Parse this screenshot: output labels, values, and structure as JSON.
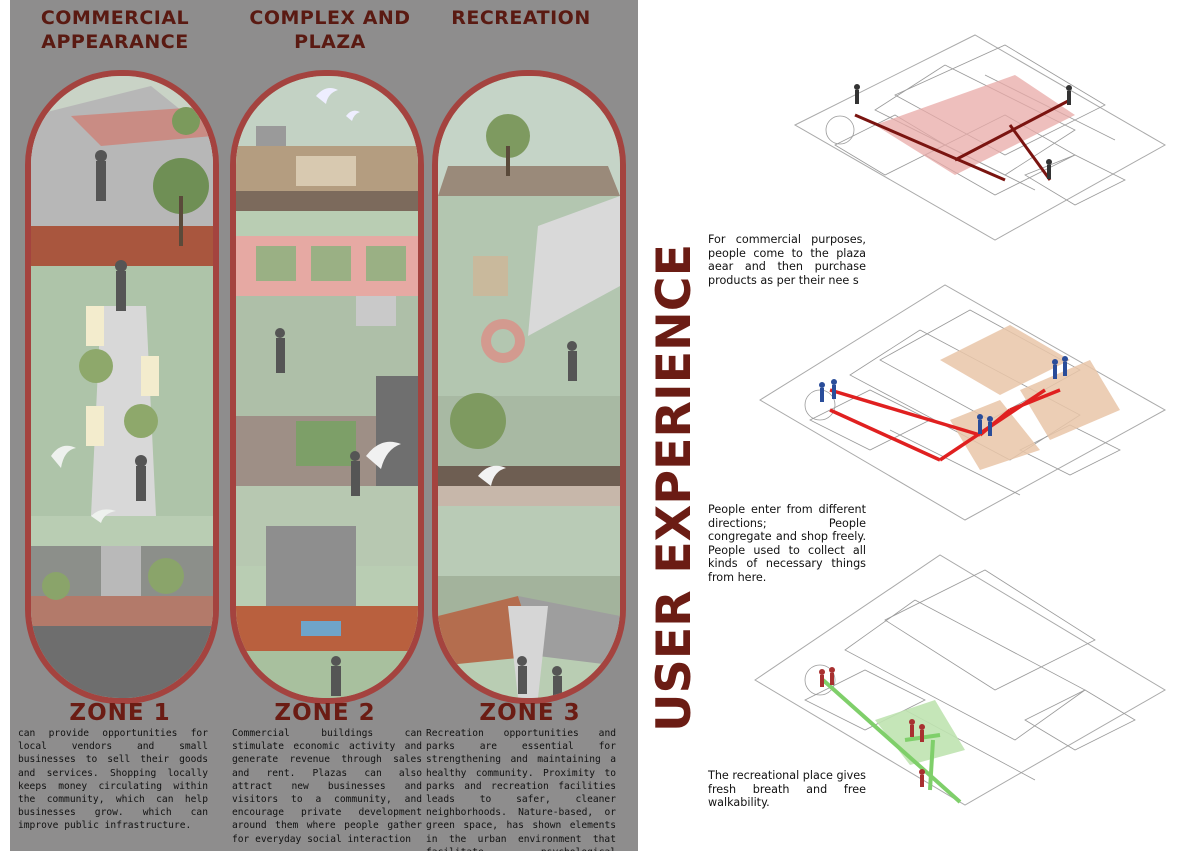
{
  "columns": [
    {
      "title_line1": "COMMERCIAL",
      "title_line2": "APPEARANCE",
      "zone": "ZONE 1",
      "text": "can provide opportunities for local vendors and small businesses to sell their goods and services. Shopping locally keeps money circulating within the community, which can help businesses grow. which can improve public infrastructure."
    },
    {
      "title_line1": "COMPLEX AND",
      "title_line2": "PLAZA",
      "zone": "ZONE 2",
      "text": "Commercial buildings can stimulate economic activity and generate revenue through sales and rent. Plazas can also attract new businesses and visitors to a community, and encourage private development around them where people gather for everyday social interaction"
    },
    {
      "title_line1": "RECREATION",
      "title_line2": "",
      "zone": "ZONE 3",
      "text": "Recreation opportunities and parks are essential for strengthening and maintaining a healthy community. Proximity to parks and recreation facilities leads to safer, cleaner neighborhoods. Nature-based, or green space, has shown elements in the urban environment that facilitate psychological relaxation and stress relief."
    }
  ],
  "user_experience": {
    "title": "USER EXPERIENCE",
    "texts": [
      "For commercial purposes, people come to the plaza aear and then purchase products as per their nee s",
      "People enter from different directions; People congregate and shop freely. People used to collect all kinds of necessary things from here.",
      "The recreational place gives fresh breath and free walkability."
    ]
  },
  "colors": {
    "accent_dark_red": "#6b1c14",
    "capsule_border": "#a4433f",
    "background_gray": "#8e8d8d",
    "path_red": "#e02020",
    "path_green": "#7fcf6a"
  }
}
